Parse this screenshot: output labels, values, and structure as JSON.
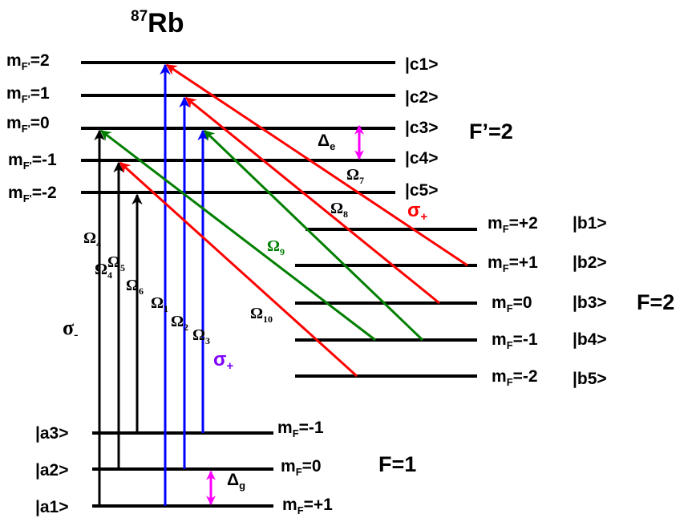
{
  "title": {
    "sup": "87",
    "main": "Rb"
  },
  "excited": {
    "mlabels": [
      {
        "base": "m",
        "sub": "F'",
        "val": "=2"
      },
      {
        "base": "m",
        "sub": "F'",
        "val": "=1"
      },
      {
        "base": "m",
        "sub": "F'",
        "val": "=0"
      },
      {
        "base": "m",
        "sub": "F'",
        "val": "=-1"
      },
      {
        "base": "m",
        "sub": "F'",
        "val": "=-2"
      }
    ],
    "kets": [
      "|c1>",
      "|c2>",
      "|c3>",
      "|c4>",
      "|c5>"
    ],
    "f_label": "F’=2"
  },
  "middle": {
    "mlabels": [
      {
        "base": "m",
        "sub": "F",
        "val": "=+2"
      },
      {
        "base": "m",
        "sub": "F",
        "val": "=+1"
      },
      {
        "base": "m",
        "sub": "F",
        "val": "=0"
      },
      {
        "base": "m",
        "sub": "F",
        "val": "=-1"
      },
      {
        "base": "m",
        "sub": "F",
        "val": "=-2"
      }
    ],
    "kets": [
      "|b1>",
      "|b2>",
      "|b3>",
      "|b4>",
      "|b5>"
    ],
    "f_label": "F=2"
  },
  "ground": {
    "mlabels": [
      {
        "base": "m",
        "sub": "F",
        "val": "=-1"
      },
      {
        "base": "m",
        "sub": "F",
        "val": "=0"
      },
      {
        "base": "m",
        "sub": "F",
        "val": "=+1"
      }
    ],
    "kets": [
      "|a3>",
      "|a2>",
      "|a1>"
    ],
    "f_label": "F=1"
  },
  "delta_e": {
    "base": "Δ",
    "sub": "e"
  },
  "delta_g": {
    "base": "Δ",
    "sub": "g"
  },
  "omegas": {
    "o1": {
      "base": "Ω",
      "sub": "1"
    },
    "o2": {
      "base": "Ω",
      "sub": "2"
    },
    "o3": {
      "base": "Ω",
      "sub": "3"
    },
    "o4": {
      "base": "Ω",
      "sub": "4"
    },
    "o4b": {
      "base": "Ω",
      "sub": "4"
    },
    "o5": {
      "base": "Ω",
      "sub": "5"
    },
    "o6": {
      "base": "Ω",
      "sub": "6"
    },
    "o7": {
      "base": "Ω",
      "sub": "7"
    },
    "o8": {
      "base": "Ω",
      "sub": "8"
    },
    "o9": {
      "base": "Ω",
      "sub": "9"
    },
    "o10": {
      "base": "Ω",
      "sub": "10"
    }
  },
  "polarizations": {
    "sigma_minus": {
      "base": "σ",
      "sub": "-"
    },
    "sigma_plus_blue": {
      "base": "σ",
      "sub": "+"
    },
    "sigma_plus_red": {
      "base": "σ",
      "sub": "+"
    }
  },
  "colors": {
    "level": "#000000",
    "sigma_minus": "#000000",
    "pi_blue": "#0000ff",
    "red": "#ff0000",
    "green": "#007f00",
    "magenta": "#ff00ff",
    "purple": "#7f00ff"
  }
}
